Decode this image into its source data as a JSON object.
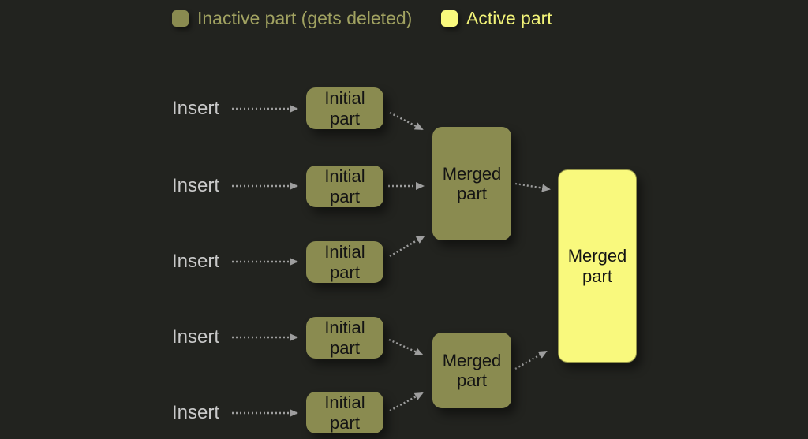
{
  "legend": {
    "inactive": {
      "label": "Inactive part (gets deleted)"
    },
    "active": {
      "label": "Active part"
    }
  },
  "rows": [
    {
      "insert": "Insert",
      "box": "Initial part"
    },
    {
      "insert": "Insert",
      "box": "Initial part"
    },
    {
      "insert": "Insert",
      "box": "Initial part"
    },
    {
      "insert": "Insert",
      "box": "Initial part"
    },
    {
      "insert": "Insert",
      "box": "Initial part"
    }
  ],
  "merged": {
    "top": "Merged part",
    "bottom": "Merged part",
    "final": "Merged part"
  },
  "colors": {
    "background": "#22231f",
    "inactive_fill": "#8a8b50",
    "active_fill": "#f9f97d",
    "node_text": "#141414",
    "insert_text": "#c9c9c9",
    "arrow": "#9e9e9e",
    "legend_inactive_text": "#a1a261",
    "legend_active_text": "#f2f378"
  }
}
